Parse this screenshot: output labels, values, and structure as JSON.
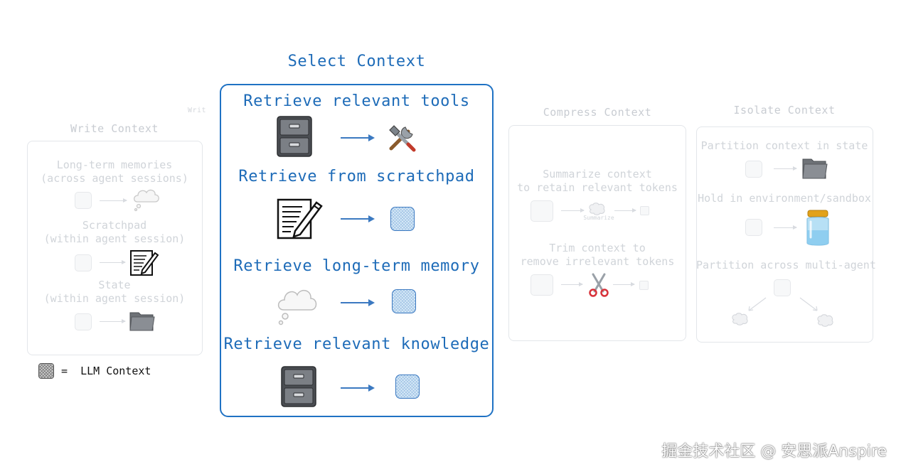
{
  "write_context": {
    "title": "Write Context",
    "clipped_label": "Writ",
    "items": [
      {
        "label": "Long-term memories\n(across agent sessions)",
        "icon": "cloud-icon"
      },
      {
        "label": "Scratchpad\n(within agent session)",
        "icon": "notepad-pencil-icon"
      },
      {
        "label": "State\n(within agent session)",
        "icon": "folder-icon"
      }
    ]
  },
  "legend": {
    "label": "=  LLM Context"
  },
  "select_context": {
    "title": "Select Context",
    "items": [
      {
        "label": "Retrieve relevant tools",
        "source_icon": "file-cabinet-icon",
        "target_icon": "tools-icon"
      },
      {
        "label": "Retrieve from scratchpad",
        "source_icon": "notepad-pencil-icon",
        "target_icon": "llm-context-box"
      },
      {
        "label": "Retrieve long-term memory",
        "source_icon": "cloud-icon",
        "target_icon": "llm-context-box"
      },
      {
        "label": "Retrieve relevant knowledge",
        "source_icon": "file-cabinet-icon",
        "target_icon": "llm-context-box"
      }
    ]
  },
  "compress_context": {
    "title": "Compress Context",
    "items": [
      {
        "label": "Summarize context\nto retain relevant tokens",
        "sublabel": "Summarize"
      },
      {
        "label": "Trim context to\nremove irrelevant tokens"
      }
    ]
  },
  "isolate_context": {
    "title": "Isolate Context",
    "items": [
      {
        "label": "Partition context in state",
        "icon": "folder-icon"
      },
      {
        "label": "Hold in environment/sandbox",
        "icon": "jar-icon"
      },
      {
        "label": "Partition across multi-agent",
        "icon": "brain-icon"
      }
    ]
  },
  "watermark": "掘金技术社区 @ 安思派Anspire",
  "colors": {
    "accent": "#1f72c4",
    "faded": "#d0d4d9"
  }
}
